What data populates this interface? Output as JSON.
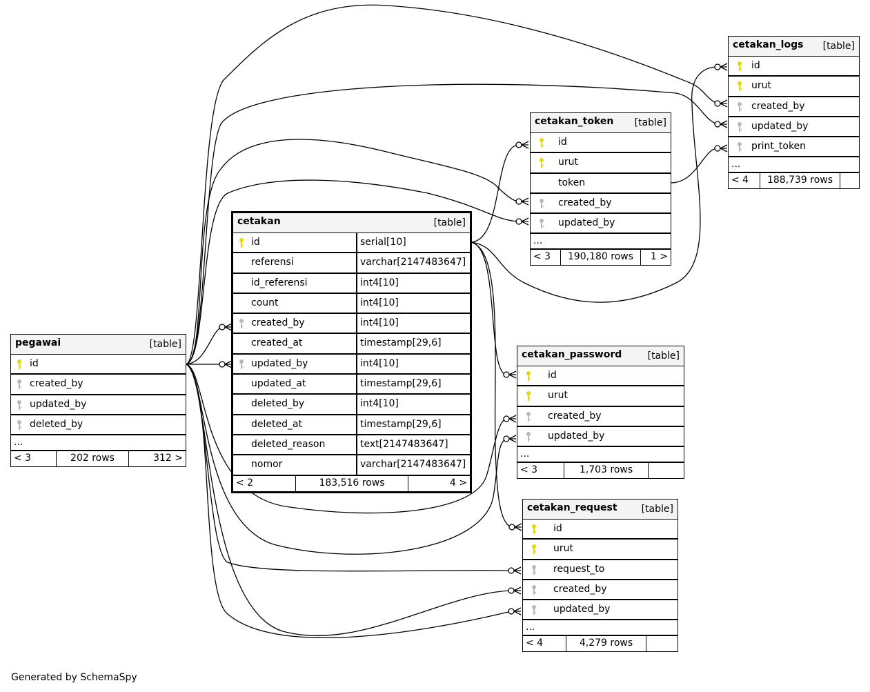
{
  "diagram": {
    "credit": "Generated by SchemaSpy",
    "key_colors": {
      "primary": "#e6d800",
      "foreign": "#b8b8b8"
    },
    "tables": {
      "cetakan_logs": {
        "name": "cetakan_logs",
        "kind": "[table]",
        "columns": [
          {
            "name": "id",
            "key": "primary"
          },
          {
            "name": "urut",
            "key": "primary"
          },
          {
            "name": "created_by",
            "key": "foreign"
          },
          {
            "name": "updated_by",
            "key": "foreign"
          },
          {
            "name": "print_token",
            "key": "foreign"
          }
        ],
        "ellipsis": "...",
        "footer": {
          "parents": "< 4",
          "rows": "188,739 rows",
          "children": ""
        }
      },
      "cetakan_token": {
        "name": "cetakan_token",
        "kind": "[table]",
        "columns": [
          {
            "name": "id",
            "key": "primary"
          },
          {
            "name": "urut",
            "key": "primary"
          },
          {
            "name": "token",
            "key": "none"
          },
          {
            "name": "created_by",
            "key": "foreign"
          },
          {
            "name": "updated_by",
            "key": "foreign"
          }
        ],
        "ellipsis": "...",
        "footer": {
          "parents": "< 3",
          "rows": "190,180 rows",
          "children": "1 >"
        }
      },
      "cetakan": {
        "name": "cetakan",
        "kind": "[table]",
        "columns": [
          {
            "name": "id",
            "type": "serial[10]",
            "key": "primary"
          },
          {
            "name": "referensi",
            "type": "varchar[2147483647]",
            "key": "none"
          },
          {
            "name": "id_referensi",
            "type": "int4[10]",
            "key": "none"
          },
          {
            "name": "count",
            "type": "int4[10]",
            "key": "none"
          },
          {
            "name": "created_by",
            "type": "int4[10]",
            "key": "foreign"
          },
          {
            "name": "created_at",
            "type": "timestamp[29,6]",
            "key": "none"
          },
          {
            "name": "updated_by",
            "type": "int4[10]",
            "key": "foreign"
          },
          {
            "name": "updated_at",
            "type": "timestamp[29,6]",
            "key": "none"
          },
          {
            "name": "deleted_by",
            "type": "int4[10]",
            "key": "none"
          },
          {
            "name": "deleted_at",
            "type": "timestamp[29,6]",
            "key": "none"
          },
          {
            "name": "deleted_reason",
            "type": "text[2147483647]",
            "key": "none"
          },
          {
            "name": "nomor",
            "type": "varchar[2147483647]",
            "key": "none"
          }
        ],
        "footer": {
          "parents": "< 2",
          "rows": "183,516 rows",
          "children": "4 >"
        }
      },
      "pegawai": {
        "name": "pegawai",
        "kind": "[table]",
        "columns": [
          {
            "name": "id",
            "key": "primary"
          },
          {
            "name": "created_by",
            "key": "foreign"
          },
          {
            "name": "updated_by",
            "key": "foreign"
          },
          {
            "name": "deleted_by",
            "key": "foreign"
          }
        ],
        "ellipsis": "...",
        "footer": {
          "parents": "< 3",
          "rows": "202 rows",
          "children": "312 >"
        }
      },
      "cetakan_password": {
        "name": "cetakan_password",
        "kind": "[table]",
        "columns": [
          {
            "name": "id",
            "key": "primary"
          },
          {
            "name": "urut",
            "key": "primary"
          },
          {
            "name": "created_by",
            "key": "foreign"
          },
          {
            "name": "updated_by",
            "key": "foreign"
          }
        ],
        "ellipsis": "...",
        "footer": {
          "parents": "< 3",
          "rows": "1,703 rows",
          "children": ""
        }
      },
      "cetakan_request": {
        "name": "cetakan_request",
        "kind": "[table]",
        "columns": [
          {
            "name": "id",
            "key": "primary"
          },
          {
            "name": "urut",
            "key": "primary"
          },
          {
            "name": "request_to",
            "key": "foreign"
          },
          {
            "name": "created_by",
            "key": "foreign"
          },
          {
            "name": "updated_by",
            "key": "foreign"
          }
        ],
        "ellipsis": "...",
        "footer": {
          "parents": "< 4",
          "rows": "4,279 rows",
          "children": ""
        }
      }
    },
    "relationships": [
      {
        "from": "pegawai.id",
        "to": "cetakan.created_by"
      },
      {
        "from": "pegawai.id",
        "to": "cetakan.updated_by"
      },
      {
        "from": "pegawai.id",
        "to": "cetakan_logs.created_by"
      },
      {
        "from": "pegawai.id",
        "to": "cetakan_logs.updated_by"
      },
      {
        "from": "pegawai.id",
        "to": "cetakan_token.created_by"
      },
      {
        "from": "pegawai.id",
        "to": "cetakan_token.updated_by"
      },
      {
        "from": "pegawai.id",
        "to": "cetakan_password.created_by"
      },
      {
        "from": "pegawai.id",
        "to": "cetakan_password.updated_by"
      },
      {
        "from": "pegawai.id",
        "to": "cetakan_request.request_to"
      },
      {
        "from": "pegawai.id",
        "to": "cetakan_request.created_by"
      },
      {
        "from": "pegawai.id",
        "to": "cetakan_request.updated_by"
      },
      {
        "from": "cetakan.id",
        "to": "cetakan_token.id"
      },
      {
        "from": "cetakan.id",
        "to": "cetakan_logs.id"
      },
      {
        "from": "cetakan.id",
        "to": "cetakan_password.id"
      },
      {
        "from": "cetakan.id",
        "to": "cetakan_request.id"
      },
      {
        "from": "cetakan_token.token",
        "to": "cetakan_logs.print_token"
      }
    ]
  }
}
